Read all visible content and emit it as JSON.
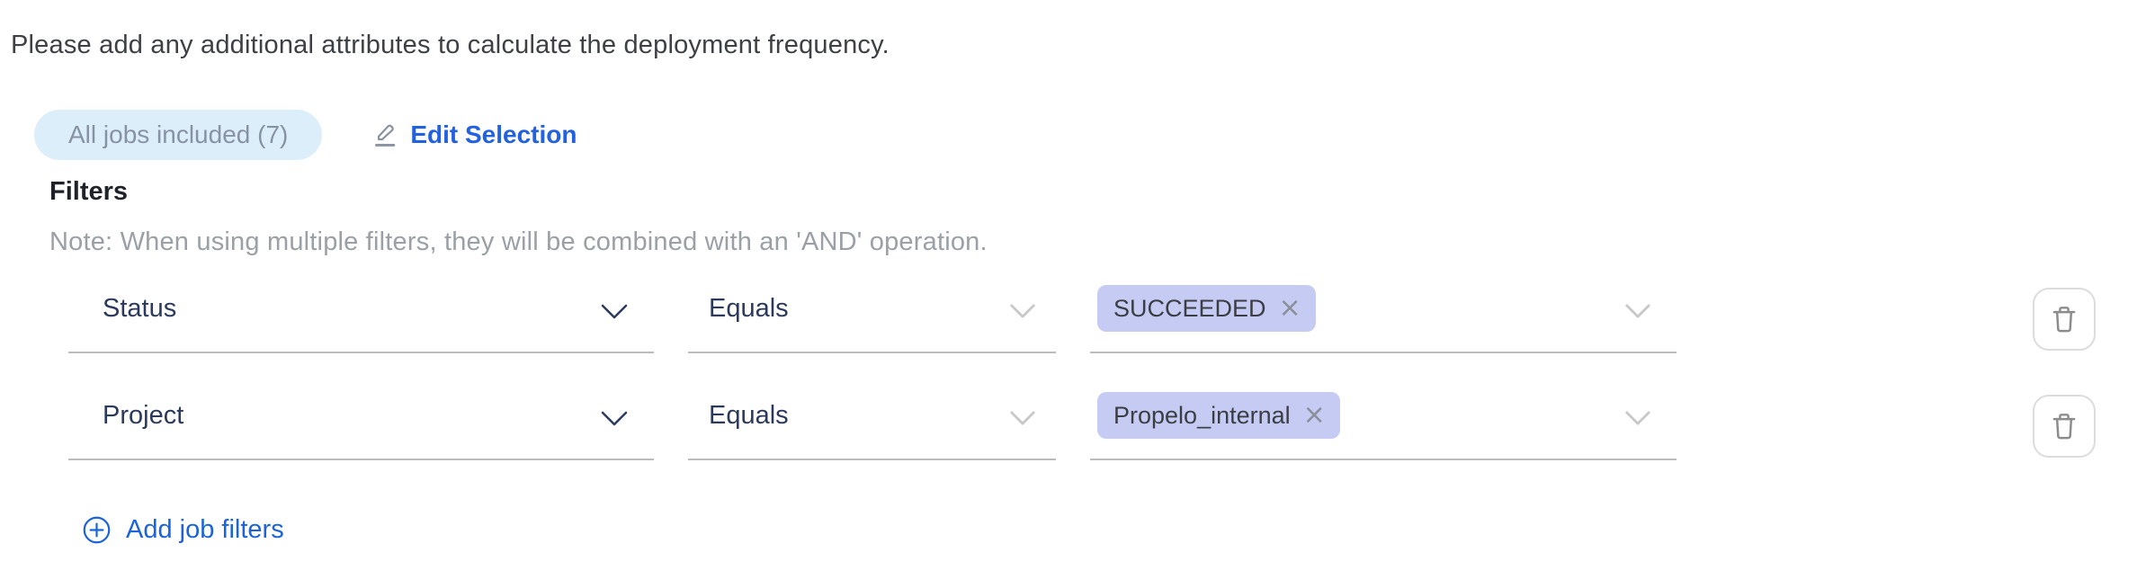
{
  "instruction": "Please add any additional attributes to calculate the deployment frequency.",
  "jobs": {
    "badge_label": "All jobs included (7)",
    "edit_label": "Edit Selection"
  },
  "filters": {
    "title": "Filters",
    "note": "Note: When using multiple filters, they will be combined with an 'AND' operation.",
    "rows": [
      {
        "field": "Status",
        "operator": "Equals",
        "values": [
          "SUCCEEDED"
        ]
      },
      {
        "field": "Project",
        "operator": "Equals",
        "values": [
          "Propelo_internal"
        ]
      }
    ],
    "add_label": "Add job filters"
  },
  "icons": {
    "close": "×"
  },
  "colors": {
    "link_blue": "#2261e0",
    "add_link_blue": "#1b63da",
    "badge_bg": "#ddeefb",
    "badge_text": "#8793a2",
    "tag_bg": "#c5cbf3",
    "select_text": "#2b3a5c",
    "note_text": "#9aa0a6"
  }
}
